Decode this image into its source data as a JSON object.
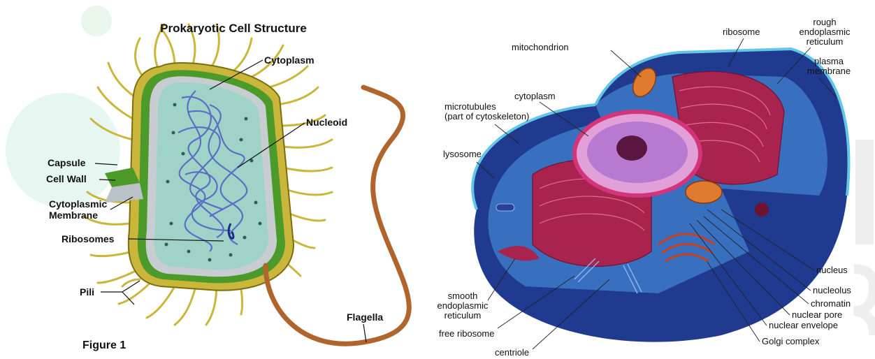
{
  "prokaryote": {
    "title": "Prokaryotic Cell Structure",
    "figure_caption": "Figure 1",
    "labels": {
      "cytoplasm": "Cytoplasm",
      "nucleoid": "Nucleoid",
      "capsule": "Capsule",
      "cell_wall": "Cell Wall",
      "cytoplasmic_membrane_1": "Cytoplasmic",
      "cytoplasmic_membrane_2": "Membrane",
      "ribosomes": "Ribosomes",
      "pili": "Pili",
      "flagella": "Flagella"
    }
  },
  "eukaryote": {
    "labels": {
      "mitochondrion": "mitochondrion",
      "ribosome": "ribosome",
      "rough_er_1": "rough",
      "rough_er_2": "endoplasmic",
      "rough_er_3": "reticulum",
      "plasma_membrane_1": "plasma",
      "plasma_membrane_2": "membrane",
      "cytoplasm": "cytoplasm",
      "microtubules_1": "microtubules",
      "microtubules_2": "(part of cytoskeleton)",
      "lysosome": "lysosome",
      "smooth_er_1": "smooth",
      "smooth_er_2": "endoplasmic",
      "smooth_er_3": "reticulum",
      "free_ribosome": "free ribosome",
      "centriole": "centriole",
      "nucleus": "nucleus",
      "nucleolus": "nucleolus",
      "chromatin": "chromatin",
      "nuclear_pore": "nuclear pore",
      "nuclear_envelope": "nuclear envelope",
      "golgi_complex": "Golgi complex"
    }
  },
  "colors": {
    "capsule_green": "#4c9a2a",
    "cytoplasm_teal": "#9fd3c7",
    "nucleoid_blue": "#5a6fc4",
    "pili_yellow": "#c9b63a",
    "flagella_brown": "#b0652d",
    "cell_blue": "#1f3a8f",
    "er_magenta": "#a8244f",
    "nucleus_pink": "#d68bd0"
  }
}
